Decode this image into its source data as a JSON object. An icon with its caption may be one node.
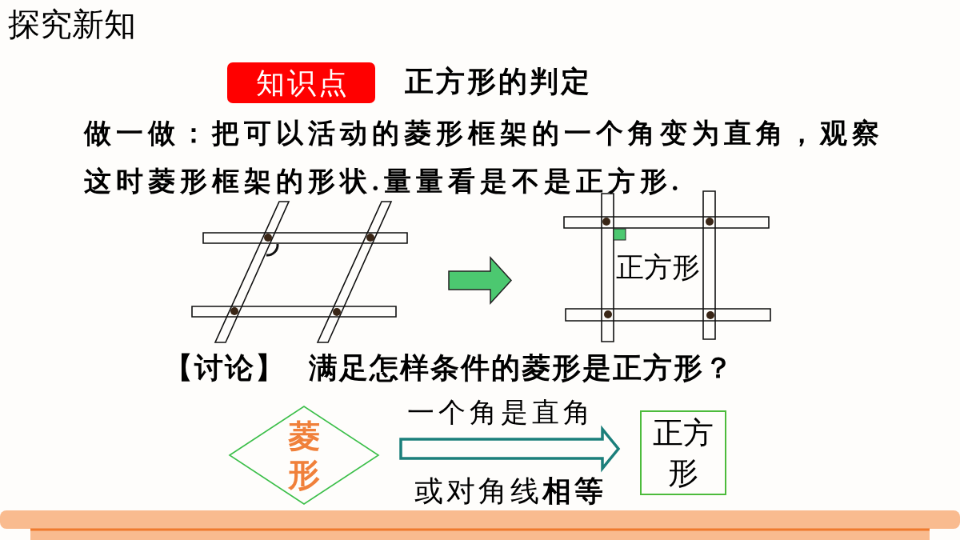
{
  "diagram": {
    "title": "探究新知",
    "nodes": [
      {
        "text": [
          "知识点"
        ],
        "beside": [
          "正方形的判定"
        ]
      },
      {
        "text": [],
        "shape": "picture"
      },
      {
        "text": [
          "正方形"
        ]
      },
      {
        "text": [
          "菱形"
        ]
      },
      {
        "text": [
          "正方形"
        ]
      }
    ],
    "edges": [
      {
        "from": 1,
        "to": 2,
        "arrow": "to",
        "color": "#4cc870"
      },
      {
        "from": 3,
        "to": 4,
        "arrow": "to",
        "label": "一个角是直角",
        "color": "#1b7f7b"
      }
    ],
    "labels": [
      "**做一做：**把可以活动的菱形框架的一个角变为直角，观察这时菱形框架的形状.量量看是不是正方形.",
      "**【讨论】** 满足怎样条件的菱形是正方形？",
      "或对角线**相等**"
    ]
  }
}
